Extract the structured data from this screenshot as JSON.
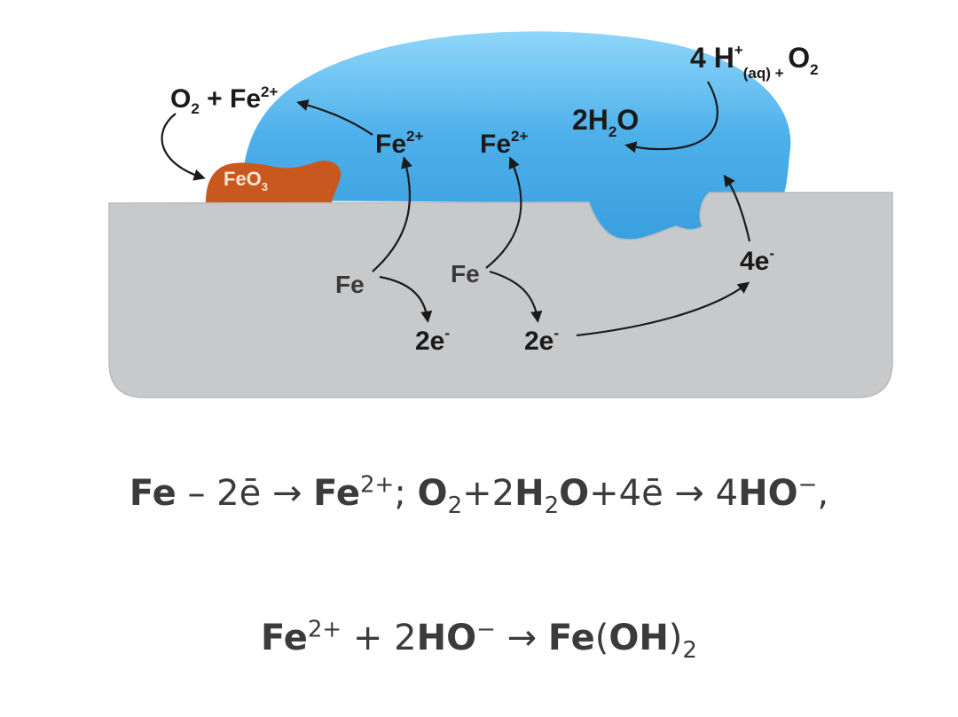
{
  "diagram": {
    "colors": {
      "droplet": "#4db0ea",
      "metal": "#c8c9cb",
      "rust": "#c9581e",
      "arrow": "#1a1a1a"
    },
    "top_left": {
      "o2": "O",
      "o2_sub": "2",
      "plus": " + Fe",
      "fe_sup": "2+"
    },
    "rust": {
      "base": "FeO",
      "sub": "3"
    },
    "droplet_ions": [
      {
        "base": "Fe",
        "sup": "2+"
      },
      {
        "base": "Fe",
        "sup": "2+"
      }
    ],
    "water": {
      "pre": "2H",
      "sub": "2",
      "post": "O"
    },
    "top_right": {
      "pre": "4 H",
      "h_sup": "+",
      "aq_sub": "(aq)",
      "plus": " + ",
      "o2": "O",
      "o2_sub": "2"
    },
    "metal_fe": [
      "Fe",
      "Fe"
    ],
    "electrons": [
      {
        "base": "2e",
        "sup": "-"
      },
      {
        "base": "2e",
        "sup": "-"
      },
      {
        "base": "4e",
        "sup": "-"
      }
    ]
  },
  "equations": {
    "line1": {
      "a": "Fe",
      "b": " – 2ē → ",
      "c": "Fe",
      "c_sup": "2+",
      "d": "; ",
      "e": "O",
      "e_sub": "2",
      "f": "+2",
      "g": "H",
      "g_sub": "2",
      "h": "O",
      "i": "+4ē → 4",
      "j": "HO",
      "j_sup": "−",
      "k": ","
    },
    "line2": {
      "a": "Fe",
      "a_sup": "2+",
      "b": " + 2",
      "c": "HO",
      "c_sup": "−",
      "d": " → ",
      "e": "Fe",
      "f": "(",
      "g": "OH",
      "h": ")",
      "h_sub": "2"
    }
  }
}
